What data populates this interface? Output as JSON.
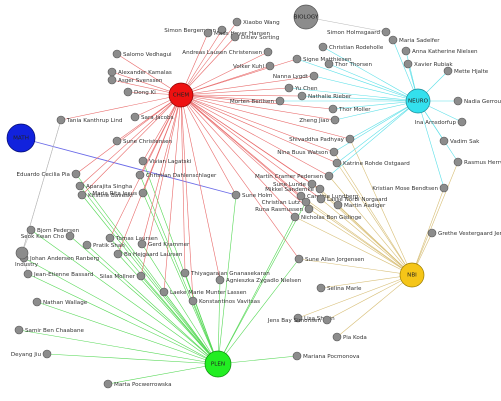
{
  "hubs": {
    "chem": {
      "label": "CHEM",
      "color": "#ee1111"
    },
    "neuro": {
      "label": "NEURO",
      "color": "#33e0ee"
    },
    "nbi": {
      "label": "NBI",
      "color": "#f5c518"
    },
    "plen": {
      "label": "PLEN",
      "color": "#22ee22"
    },
    "math": {
      "label": "MATH",
      "color": "#1122dd"
    },
    "biology": {
      "label": "BIOLOGY",
      "color": "#8c8c8c"
    },
    "industry": {
      "label": "Industry",
      "color": "#8c8c8c"
    }
  },
  "edge_colors": {
    "chem": "#e86a6a",
    "neuro": "#5ee0e8",
    "nbi": "#d8bf78",
    "plen": "#55d855",
    "math": "#6a6ae8",
    "other": "#b8b8b8"
  },
  "people": [
    {
      "label": "Xiaobo Wang"
    },
    {
      "label": "Simon Bergemann"
    },
    {
      "label": "Mads Hoyer Hansen"
    },
    {
      "label": "Ditlev Sorting"
    },
    {
      "label": "Salomo Vedhagui"
    },
    {
      "label": "Andreas Lausen Christensen"
    },
    {
      "label": "Christian Rodeholle"
    },
    {
      "label": "Signe Matthiesen"
    },
    {
      "label": "Thor Thorsen"
    },
    {
      "label": "Volker Kuhl"
    },
    {
      "label": "Alexander Kamalas"
    },
    {
      "label": "Asger Svenssen"
    },
    {
      "label": "Nanna Lygdt"
    },
    {
      "label": "Yu Chen"
    },
    {
      "label": "Nathalie Rieber"
    },
    {
      "label": "Dong Ki"
    },
    {
      "label": "Morten Berilsen"
    },
    {
      "label": "Thor Moller"
    },
    {
      "label": "Zheng Jiao"
    },
    {
      "label": "Tania Kanthrup Lind"
    },
    {
      "label": "Sara Jacobs"
    },
    {
      "label": "Sune Christensen"
    },
    {
      "label": "Simon Holmsgaard"
    },
    {
      "label": "Maria Sadelfer"
    },
    {
      "label": "Anna Katherine Nielsen"
    },
    {
      "label": "Xavier Rubiak"
    },
    {
      "label": "Mette Hjalte"
    },
    {
      "label": "Nadia Gerrouti"
    },
    {
      "label": "Ina Arnsdorfup"
    },
    {
      "label": "Vadim Sak"
    },
    {
      "label": "Rasmus Herrwig-Nielsen"
    },
    {
      "label": "Kristian Mose Bendtsen"
    },
    {
      "label": "Shivaddha Padhyay"
    },
    {
      "label": "Nina Buus Watson"
    },
    {
      "label": "Katrine Rohde Ostgaard"
    },
    {
      "label": "Martin Cramer Pedersen"
    },
    {
      "label": "Sune Lunde"
    },
    {
      "label": "Mikkel Sandemke"
    },
    {
      "label": "Caroline Lundberg"
    },
    {
      "label": "Runa Rasmussen"
    },
    {
      "label": "Vivian Lagatski"
    },
    {
      "label": "Christian Dahlenschlager"
    },
    {
      "label": "Eduardo Cecilia Pia"
    },
    {
      "label": "Aparajita Singha"
    },
    {
      "label": "Kirstine Bavuski"
    },
    {
      "label": "Maria Rita Jesus"
    },
    {
      "label": "Sune Holm"
    },
    {
      "label": "Christian Lutz"
    },
    {
      "label": "Lasse Norbi Norgaard"
    },
    {
      "label": "Martin Aadiger"
    },
    {
      "label": "Nicholas Bon Gislinge"
    },
    {
      "label": "Bjorn Pedersen"
    },
    {
      "label": "Seok Kwan Cho"
    },
    {
      "label": "Tomas Laursen"
    },
    {
      "label": "Gerd Krammer"
    },
    {
      "label": "Pratik Shah"
    },
    {
      "label": "Bo Hejgaard Laursen"
    },
    {
      "label": "Grethe Vestergaard Jensen"
    },
    {
      "label": "Sune Allan Jorgensen"
    },
    {
      "label": "Johan Andersen Ranberg"
    },
    {
      "label": "Silas Mollner"
    },
    {
      "label": "Thiyagarajan Gnanasekaran"
    },
    {
      "label": "Jean-Etienne Bassard"
    },
    {
      "label": "Agnieszka Zygadlo Nielsen"
    },
    {
      "label": "Laeke Marie Munter Lassen"
    },
    {
      "label": "Konstantinos Vavitsas"
    },
    {
      "label": "Selina Marle"
    },
    {
      "label": "Nathan Wallage"
    },
    {
      "label": "Lisa Sherin"
    },
    {
      "label": "Jens Bay Simonsen"
    },
    {
      "label": "Samir Ben Chaabane"
    },
    {
      "label": "Pia Koda"
    },
    {
      "label": "Deyang Jiu"
    },
    {
      "label": "Mariana Pocmonova"
    },
    {
      "label": "Marta Pocwerrowska"
    }
  ]
}
